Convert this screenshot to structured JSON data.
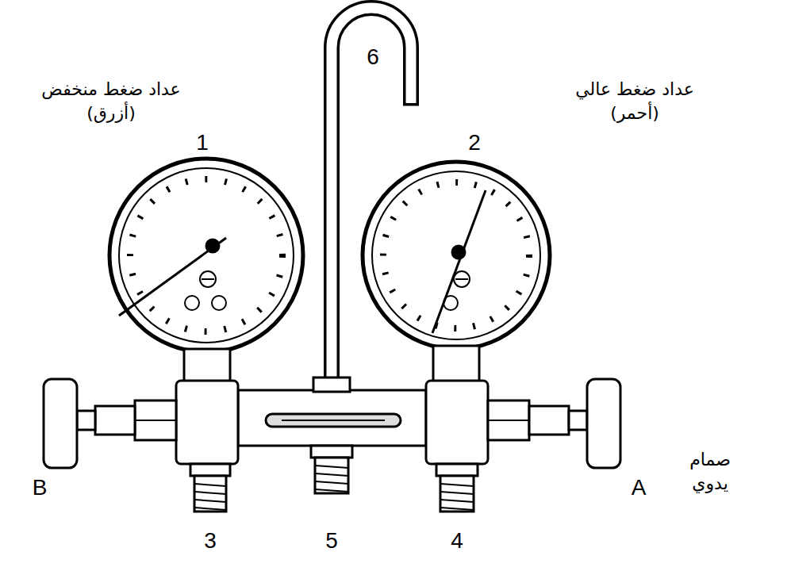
{
  "diagram": {
    "labels": [
      "6",
      "عداد ضغط منخفض (أزرق)",
      "عداد ضغط عالي (أحمر)",
      "1",
      "2",
      "صمام يدوي",
      "B",
      "3",
      "5",
      "4",
      "A"
    ]
  }
}
